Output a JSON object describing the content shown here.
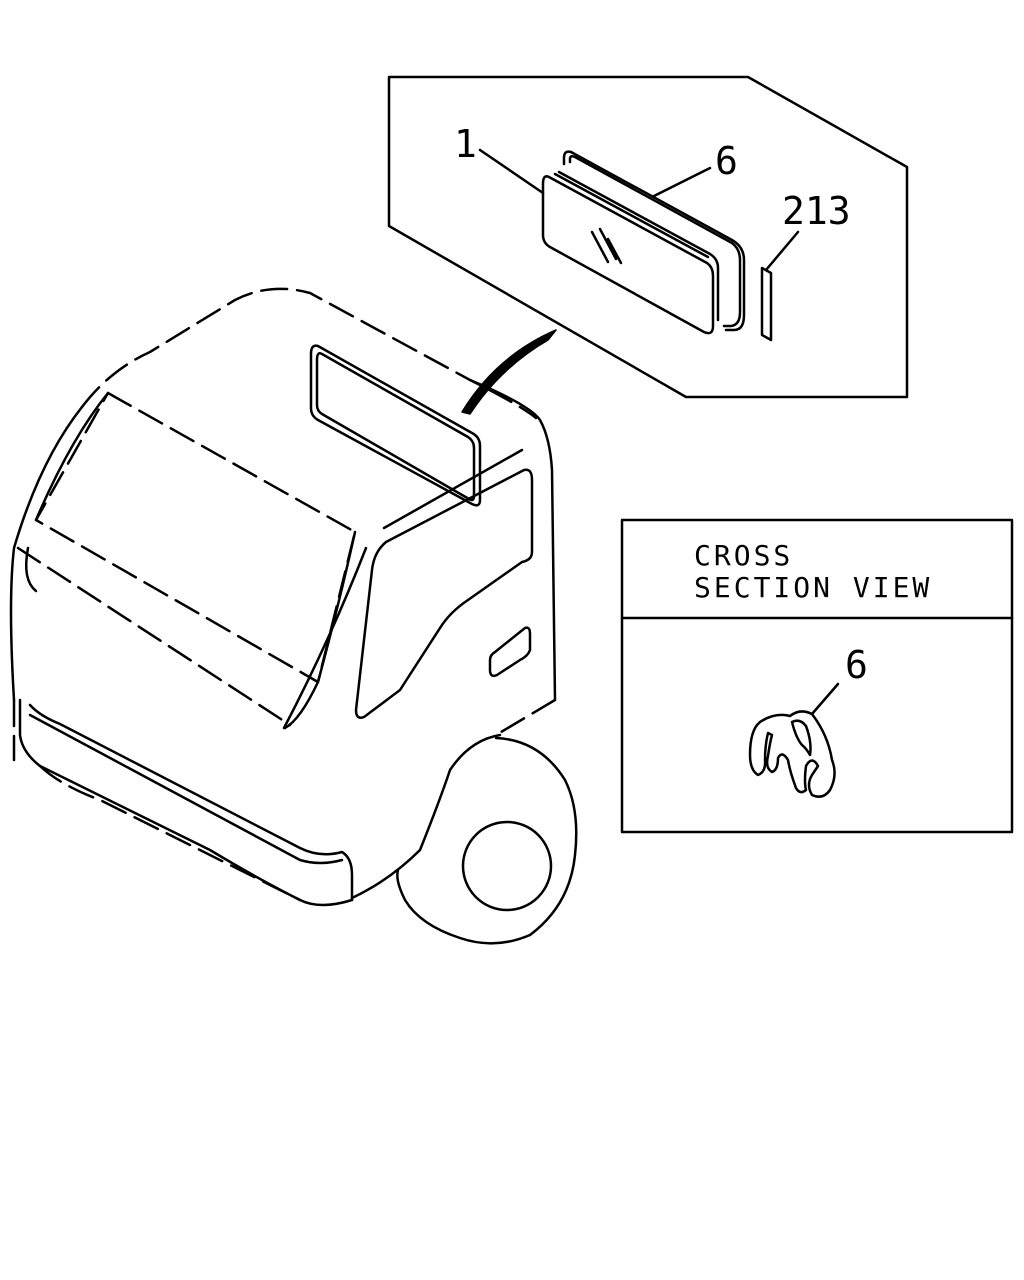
{
  "callouts": {
    "glass_part": "1",
    "weatherstrip_part": "6",
    "molding_part": "213"
  },
  "cross_section": {
    "title_line1": "CROSS",
    "title_line2": "SECTION VIEW",
    "part_label": "6"
  },
  "colors": {
    "line": "#000000",
    "background": "#ffffff"
  }
}
